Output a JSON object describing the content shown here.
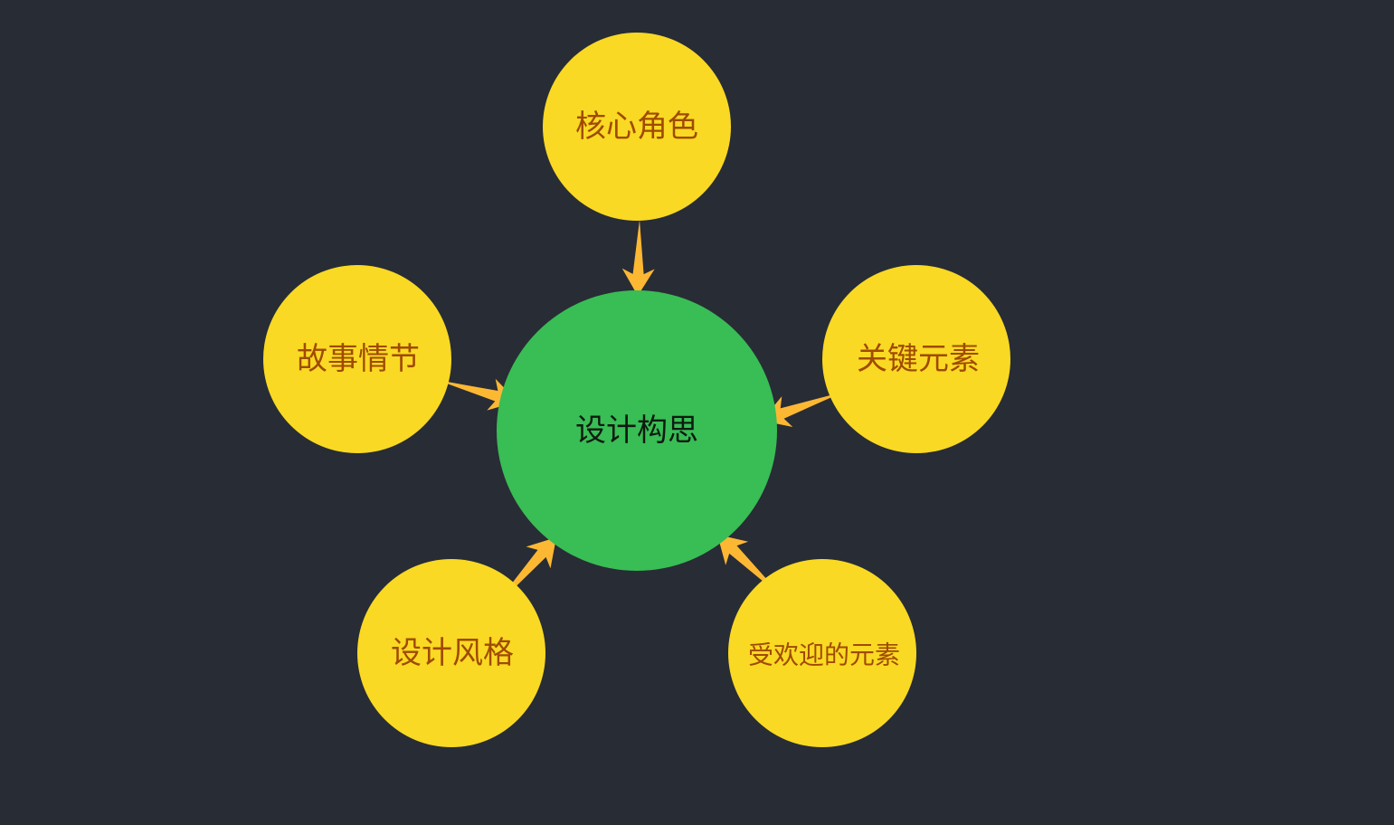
{
  "colors": {
    "background": "#282c35",
    "center_fill": "#39bd55",
    "center_text": "#0f1a10",
    "node_fill": "#f9d923",
    "node_text": "#a04a00",
    "arrow": "#fdb833"
  },
  "center": {
    "label": "设计构思"
  },
  "nodes": [
    {
      "label": "核心角色"
    },
    {
      "label": "关键元素"
    },
    {
      "label": "受欢迎的元素"
    },
    {
      "label": "设计风格"
    },
    {
      "label": "故事情节"
    }
  ]
}
